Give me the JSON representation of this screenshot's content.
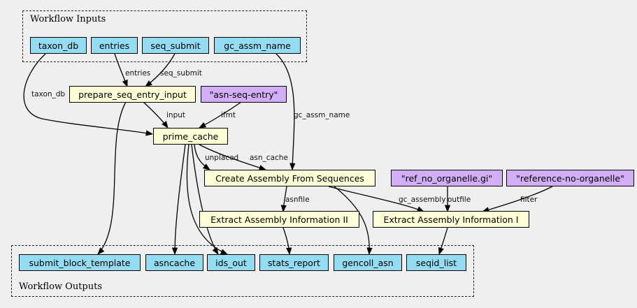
{
  "clusters": {
    "inputs_title": "Workflow Inputs",
    "outputs_title": "Workflow Outputs"
  },
  "nodes": {
    "taxon_db": "taxon_db",
    "entries": "entries",
    "seq_submit": "seq_submit",
    "gc_assm_name": "gc_assm_name",
    "prepare_seq_entry_input": "prepare_seq_entry_input",
    "asn_seq_entry": "\"asn-seq-entry\"",
    "prime_cache": "prime_cache",
    "create_assembly": "Create Assembly From Sequences",
    "ref_no_organelle_gi": "\"ref_no_organelle.gi\"",
    "reference_no_organelle": "\"reference-no-organelle\"",
    "extract_info_2": "Extract Assembly Information II",
    "extract_info_1": "Extract Assembly Information I",
    "submit_block_template": "submit_block_template",
    "asncache": "asncache",
    "ids_out": "ids_out",
    "stats_report": "stats_report",
    "gencoll_asn": "gencoll_asn",
    "seqid_list": "seqid_list"
  },
  "edge_labels": {
    "entries": "entries",
    "seq_submit": "seq_submit",
    "taxon_db": "taxon_db",
    "input": "input",
    "ifmt": "ifmt",
    "gc_assm_name": "gc_assm_name",
    "unplaced": "unplaced",
    "asn_cache": "asn_cache",
    "asnfile": "asnfile",
    "gc_assembly": "gc_assembly",
    "outfile": "outfile",
    "filter": "filter"
  },
  "colors": {
    "io_node": "#94dcf2",
    "step_node": "#fdfdd6",
    "literal_node": "#d2aef7",
    "background": "#efefef"
  }
}
